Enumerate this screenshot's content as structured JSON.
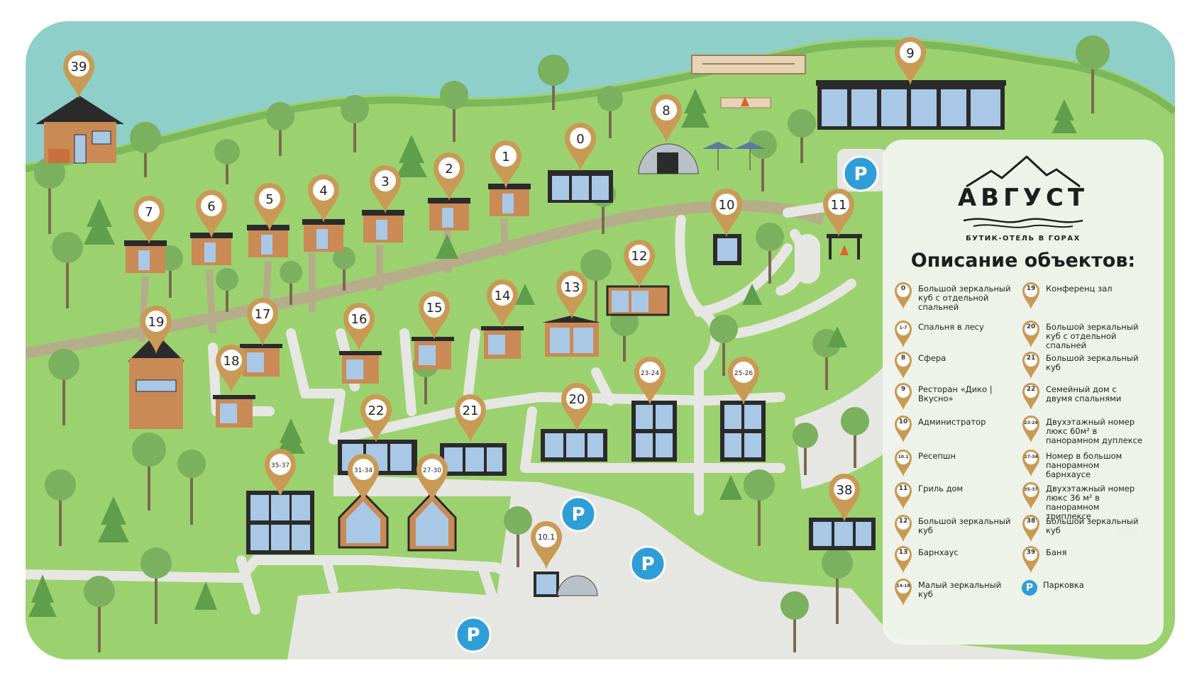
{
  "brand": {
    "name": "АВГУСТ",
    "subtitle": "БУТИК-ОТЕЛЬ В ГОРАХ"
  },
  "legend": {
    "title": "Описание объектов:",
    "left": [
      {
        "code": "0",
        "text": "Большой зеркальный куб с отдельной спальней"
      },
      {
        "code": "1-7",
        "text": "Спальня в лесу"
      },
      {
        "code": "8",
        "text": "Сфера"
      },
      {
        "code": "9",
        "text": "Ресторан «Дико | Вкусно»"
      },
      {
        "code": "10",
        "text": "Администратор"
      },
      {
        "code": "10.1",
        "text": "Ресепшн"
      },
      {
        "code": "11",
        "text": "Гриль дом"
      },
      {
        "code": "12",
        "text": "Большой зеркальный куб"
      },
      {
        "code": "13",
        "text": "Барнхаус"
      },
      {
        "code": "14-18",
        "text": "Малый зеркальный куб"
      }
    ],
    "right": [
      {
        "code": "19",
        "text": "Конференц зал"
      },
      {
        "code": "20",
        "text": "Большой зеркальный куб с отдельной спальней"
      },
      {
        "code": "21",
        "text": "Большой зеркальный куб"
      },
      {
        "code": "22",
        "text": "Семейный дом с двумя спальнями"
      },
      {
        "code": "23-24",
        "text": "Двухэтажный номер люкс 60м² в панорамном дуплексе"
      },
      {
        "code": "27-34",
        "text": "Номер в большом панорамном барнхаусе"
      },
      {
        "code": "35-37",
        "text": "Двухэтажный номер люкс 36 м² в панорамном триплексе"
      },
      {
        "code": "38",
        "text": "Большой зеркальный куб"
      },
      {
        "code": "39",
        "text": "Баня"
      },
      {
        "code": "P",
        "text": "Парковка"
      }
    ]
  },
  "markers": [
    "0",
    "1",
    "2",
    "3",
    "4",
    "5",
    "6",
    "7",
    "8",
    "9",
    "10",
    "10.1",
    "11",
    "12",
    "13",
    "14",
    "15",
    "16",
    "17",
    "18",
    "19",
    "20",
    "21",
    "22",
    "23-24",
    "25-26",
    "27-30",
    "31-34",
    "35-37",
    "38",
    "39"
  ],
  "parking_label": "P",
  "colors": {
    "water": "#8ecfca",
    "grass": "#9cd16f",
    "grass_dark": "#88c45e",
    "path": "#e6e6e2",
    "pin": "#c99a55",
    "wood": "#c98a55",
    "roof": "#2b2b2b",
    "glass": "#a8c8e6",
    "parking": "#2f9ed8",
    "tree": "#7ab05e"
  }
}
